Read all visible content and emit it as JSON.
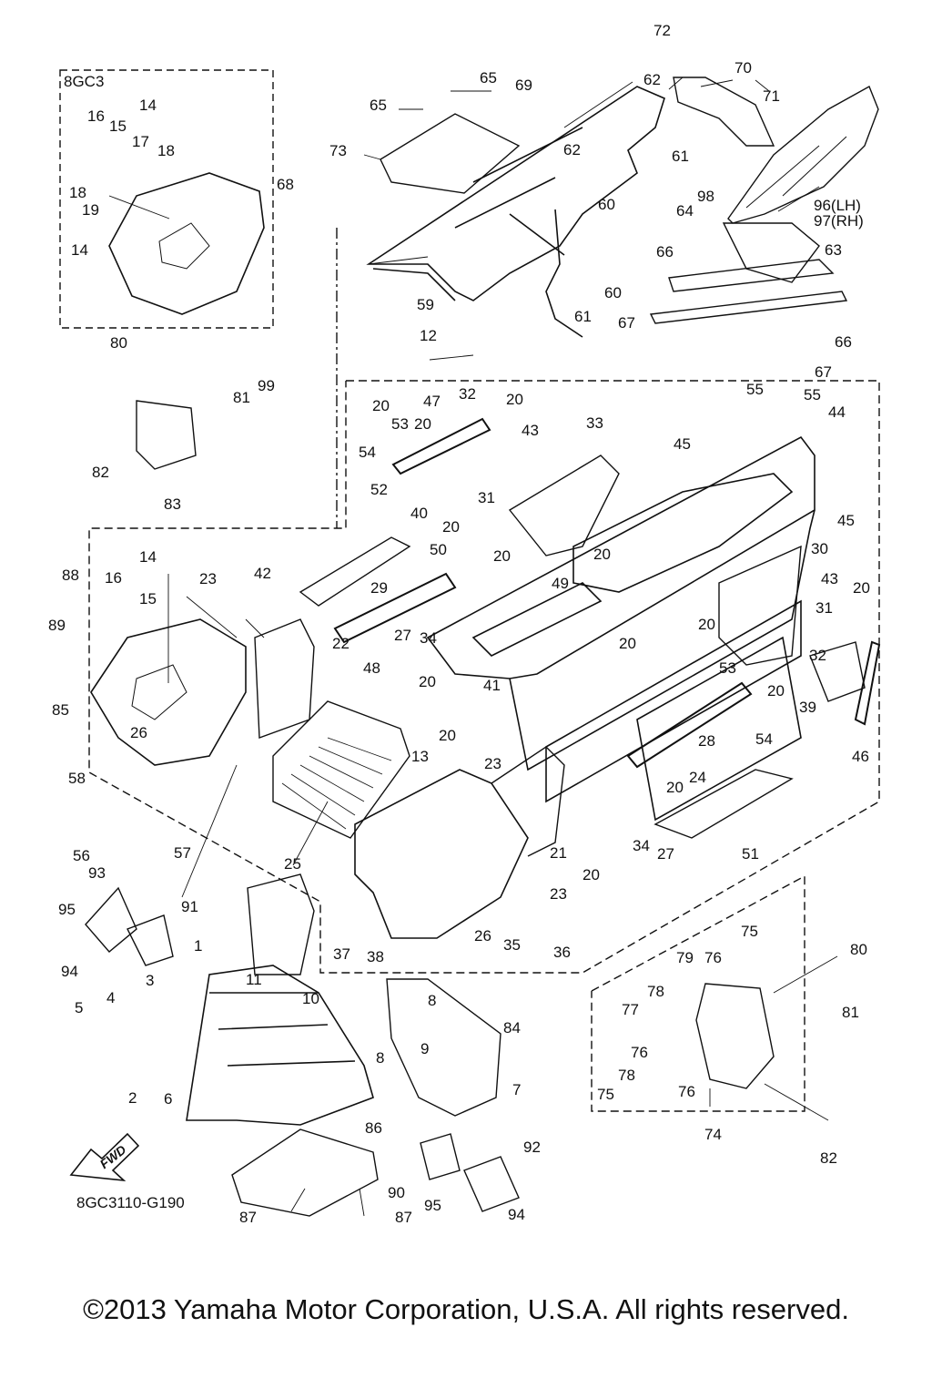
{
  "colors": {
    "ink": "#111111",
    "background": "#ffffff"
  },
  "inset": {
    "model_code": "8GC3"
  },
  "drawing_code": "8GC3110-G190",
  "fwd_badge": {
    "text": "FWD",
    "icon": "fwd-arrow-icon"
  },
  "copyright": "©2013 Yamaha Motor Corporation, U.S.A. All rights reserved.",
  "callouts": [
    {
      "id": "c1",
      "text": "1"
    },
    {
      "id": "c2",
      "text": "2"
    },
    {
      "id": "c3",
      "text": "3"
    },
    {
      "id": "c4",
      "text": "4"
    },
    {
      "id": "c5",
      "text": "5"
    },
    {
      "id": "c6",
      "text": "6"
    },
    {
      "id": "c7",
      "text": "7"
    },
    {
      "id": "c8a",
      "text": "8"
    },
    {
      "id": "c8b",
      "text": "8"
    },
    {
      "id": "c9",
      "text": "9"
    },
    {
      "id": "c10",
      "text": "10"
    },
    {
      "id": "c11",
      "text": "11"
    },
    {
      "id": "c12",
      "text": "12"
    },
    {
      "id": "c13",
      "text": "13"
    },
    {
      "id": "c14a",
      "text": "14"
    },
    {
      "id": "c14b",
      "text": "14"
    },
    {
      "id": "c14c",
      "text": "14"
    },
    {
      "id": "c15a",
      "text": "15"
    },
    {
      "id": "c15b",
      "text": "15"
    },
    {
      "id": "c16a",
      "text": "16"
    },
    {
      "id": "c16b",
      "text": "16"
    },
    {
      "id": "c17",
      "text": "17"
    },
    {
      "id": "c18a",
      "text": "18"
    },
    {
      "id": "c18b",
      "text": "18"
    },
    {
      "id": "c19",
      "text": "19"
    },
    {
      "id": "c20a",
      "text": "20"
    },
    {
      "id": "c20b",
      "text": "20"
    },
    {
      "id": "c20c",
      "text": "20"
    },
    {
      "id": "c20d",
      "text": "20"
    },
    {
      "id": "c20e",
      "text": "20"
    },
    {
      "id": "c20f",
      "text": "20"
    },
    {
      "id": "c20g",
      "text": "20"
    },
    {
      "id": "c20h",
      "text": "20"
    },
    {
      "id": "c20i",
      "text": "20"
    },
    {
      "id": "c20j",
      "text": "20"
    },
    {
      "id": "c20k",
      "text": "20"
    },
    {
      "id": "c20l",
      "text": "20"
    },
    {
      "id": "c20m",
      "text": "20"
    },
    {
      "id": "c20n",
      "text": "20"
    },
    {
      "id": "c21",
      "text": "21"
    },
    {
      "id": "c22",
      "text": "22"
    },
    {
      "id": "c23a",
      "text": "23"
    },
    {
      "id": "c23b",
      "text": "23"
    },
    {
      "id": "c23c",
      "text": "23"
    },
    {
      "id": "c24",
      "text": "24"
    },
    {
      "id": "c25",
      "text": "25"
    },
    {
      "id": "c26a",
      "text": "26"
    },
    {
      "id": "c26b",
      "text": "26"
    },
    {
      "id": "c27a",
      "text": "27"
    },
    {
      "id": "c27b",
      "text": "27"
    },
    {
      "id": "c28",
      "text": "28"
    },
    {
      "id": "c29",
      "text": "29"
    },
    {
      "id": "c30",
      "text": "30"
    },
    {
      "id": "c31a",
      "text": "31"
    },
    {
      "id": "c31b",
      "text": "31"
    },
    {
      "id": "c32a",
      "text": "32"
    },
    {
      "id": "c32b",
      "text": "32"
    },
    {
      "id": "c33",
      "text": "33"
    },
    {
      "id": "c34a",
      "text": "34"
    },
    {
      "id": "c34b",
      "text": "34"
    },
    {
      "id": "c35",
      "text": "35"
    },
    {
      "id": "c36",
      "text": "36"
    },
    {
      "id": "c37",
      "text": "37"
    },
    {
      "id": "c38",
      "text": "38"
    },
    {
      "id": "c39",
      "text": "39"
    },
    {
      "id": "c40",
      "text": "40"
    },
    {
      "id": "c41",
      "text": "41"
    },
    {
      "id": "c42",
      "text": "42"
    },
    {
      "id": "c43a",
      "text": "43"
    },
    {
      "id": "c43b",
      "text": "43"
    },
    {
      "id": "c44",
      "text": "44"
    },
    {
      "id": "c45a",
      "text": "45"
    },
    {
      "id": "c45b",
      "text": "45"
    },
    {
      "id": "c46",
      "text": "46"
    },
    {
      "id": "c47",
      "text": "47"
    },
    {
      "id": "c48",
      "text": "48"
    },
    {
      "id": "c49",
      "text": "49"
    },
    {
      "id": "c50",
      "text": "50"
    },
    {
      "id": "c51",
      "text": "51"
    },
    {
      "id": "c52",
      "text": "52"
    },
    {
      "id": "c53a",
      "text": "53"
    },
    {
      "id": "c53b",
      "text": "53"
    },
    {
      "id": "c54a",
      "text": "54"
    },
    {
      "id": "c54b",
      "text": "54"
    },
    {
      "id": "c55a",
      "text": "55"
    },
    {
      "id": "c55b",
      "text": "55"
    },
    {
      "id": "c56",
      "text": "56"
    },
    {
      "id": "c57",
      "text": "57"
    },
    {
      "id": "c58",
      "text": "58"
    },
    {
      "id": "c59",
      "text": "59"
    },
    {
      "id": "c60a",
      "text": "60"
    },
    {
      "id": "c60b",
      "text": "60"
    },
    {
      "id": "c61a",
      "text": "61"
    },
    {
      "id": "c61b",
      "text": "61"
    },
    {
      "id": "c62a",
      "text": "62"
    },
    {
      "id": "c62b",
      "text": "62"
    },
    {
      "id": "c63",
      "text": "63"
    },
    {
      "id": "c64",
      "text": "64"
    },
    {
      "id": "c65a",
      "text": "65"
    },
    {
      "id": "c65b",
      "text": "65"
    },
    {
      "id": "c66a",
      "text": "66"
    },
    {
      "id": "c66b",
      "text": "66"
    },
    {
      "id": "c67a",
      "text": "67"
    },
    {
      "id": "c67b",
      "text": "67"
    },
    {
      "id": "c68",
      "text": "68"
    },
    {
      "id": "c69",
      "text": "69"
    },
    {
      "id": "c70",
      "text": "70"
    },
    {
      "id": "c71",
      "text": "71"
    },
    {
      "id": "c72",
      "text": "72"
    },
    {
      "id": "c73",
      "text": "73"
    },
    {
      "id": "c74",
      "text": "74"
    },
    {
      "id": "c75a",
      "text": "75"
    },
    {
      "id": "c75b",
      "text": "75"
    },
    {
      "id": "c76a",
      "text": "76"
    },
    {
      "id": "c76b",
      "text": "76"
    },
    {
      "id": "c76c",
      "text": "76"
    },
    {
      "id": "c77",
      "text": "77"
    },
    {
      "id": "c78a",
      "text": "78"
    },
    {
      "id": "c78b",
      "text": "78"
    },
    {
      "id": "c79",
      "text": "79"
    },
    {
      "id": "c80a",
      "text": "80"
    },
    {
      "id": "c80b",
      "text": "80"
    },
    {
      "id": "c81a",
      "text": "81"
    },
    {
      "id": "c81b",
      "text": "81"
    },
    {
      "id": "c82a",
      "text": "82"
    },
    {
      "id": "c82b",
      "text": "82"
    },
    {
      "id": "c83",
      "text": "83"
    },
    {
      "id": "c84",
      "text": "84"
    },
    {
      "id": "c85",
      "text": "85"
    },
    {
      "id": "c86",
      "text": "86"
    },
    {
      "id": "c87a",
      "text": "87"
    },
    {
      "id": "c87b",
      "text": "87"
    },
    {
      "id": "c88",
      "text": "88"
    },
    {
      "id": "c89",
      "text": "89"
    },
    {
      "id": "c90",
      "text": "90"
    },
    {
      "id": "c91",
      "text": "91"
    },
    {
      "id": "c92",
      "text": "92"
    },
    {
      "id": "c93",
      "text": "93"
    },
    {
      "id": "c94a",
      "text": "94"
    },
    {
      "id": "c94b",
      "text": "94"
    },
    {
      "id": "c95a",
      "text": "95"
    },
    {
      "id": "c95b",
      "text": "95"
    },
    {
      "id": "c96",
      "text": "96(LH)"
    },
    {
      "id": "c97",
      "text": "97(RH)"
    },
    {
      "id": "c98",
      "text": "98"
    },
    {
      "id": "c99",
      "text": "99"
    }
  ]
}
